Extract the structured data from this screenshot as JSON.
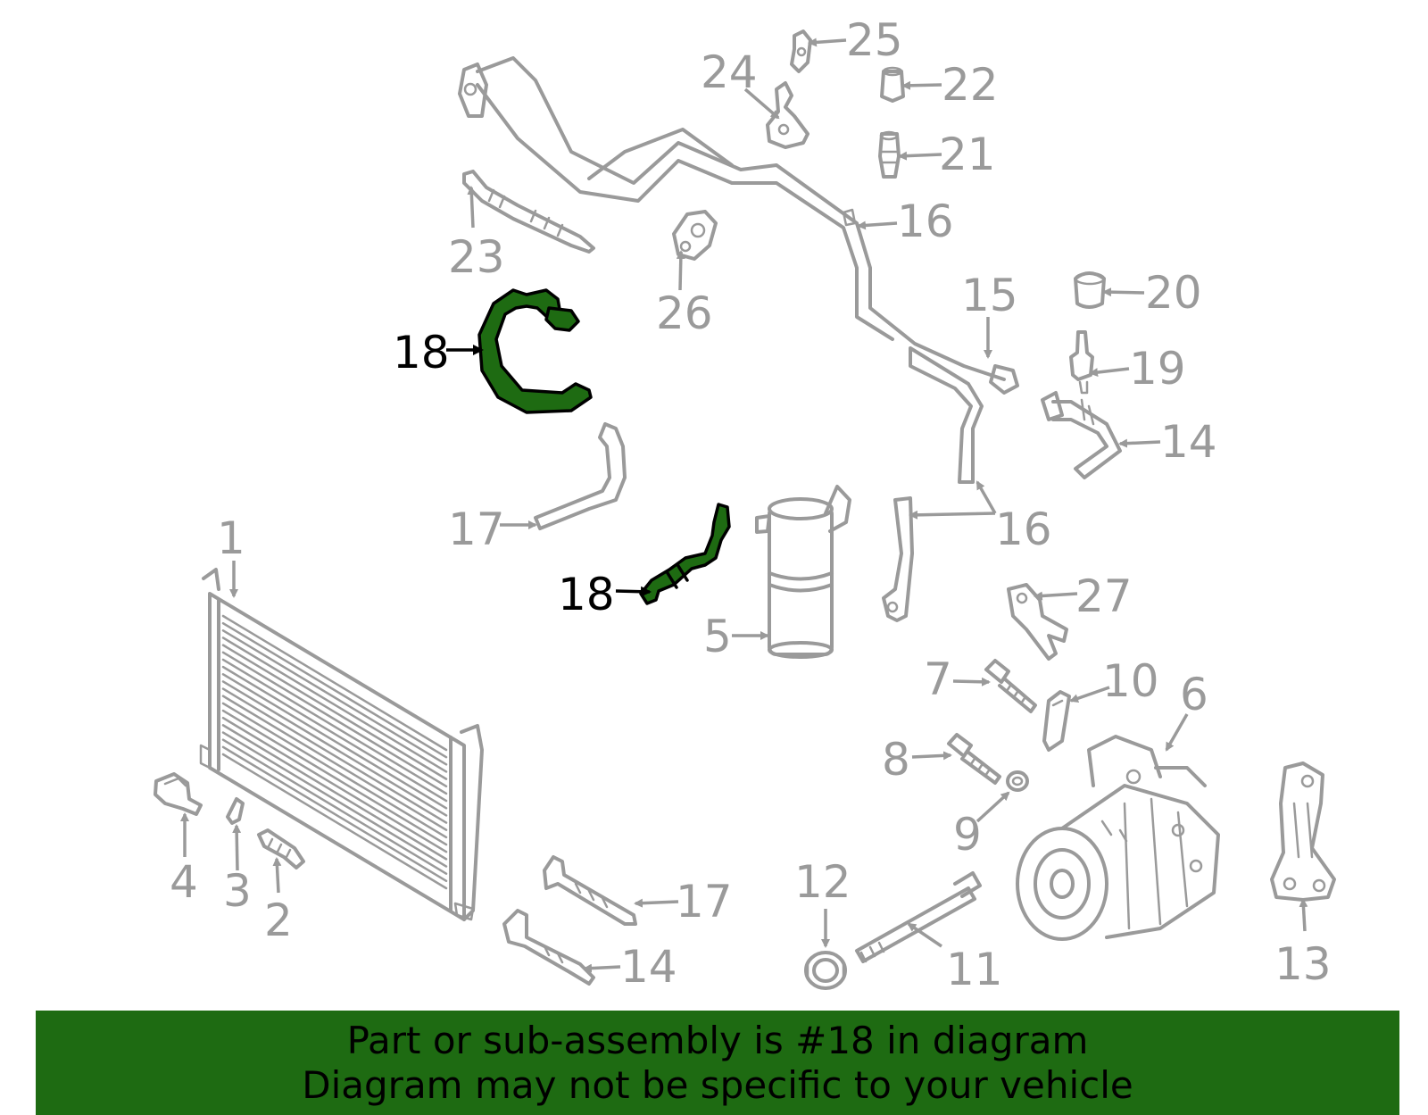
{
  "colors": {
    "part_line": "#9a9a9a",
    "highlight_fill": "#1e6b12",
    "highlight_stroke": "#000000",
    "banner_bg": "#1e6b12",
    "label_gray": "#9a9a9a",
    "label_highlight": "#000000"
  },
  "highlighted_part": "18",
  "callouts": {
    "c1": "1",
    "c2": "2",
    "c3": "3",
    "c4": "4",
    "c5": "5",
    "c6": "6",
    "c7": "7",
    "c8": "8",
    "c9": "9",
    "c10": "10",
    "c11": "11",
    "c12": "12",
    "c13": "13",
    "c14a": "14",
    "c14b": "14",
    "c15": "15",
    "c16a": "16",
    "c16b": "16",
    "c17a": "17",
    "c17b": "17",
    "c18a": "18",
    "c18b": "18",
    "c19": "19",
    "c20": "20",
    "c21": "21",
    "c22": "22",
    "c23": "23",
    "c24": "24",
    "c25": "25",
    "c26": "26",
    "c27": "27"
  },
  "banner": {
    "line1": "Part or sub-assembly is #18 in diagram",
    "line2": "Diagram may not be specific to your vehicle"
  }
}
